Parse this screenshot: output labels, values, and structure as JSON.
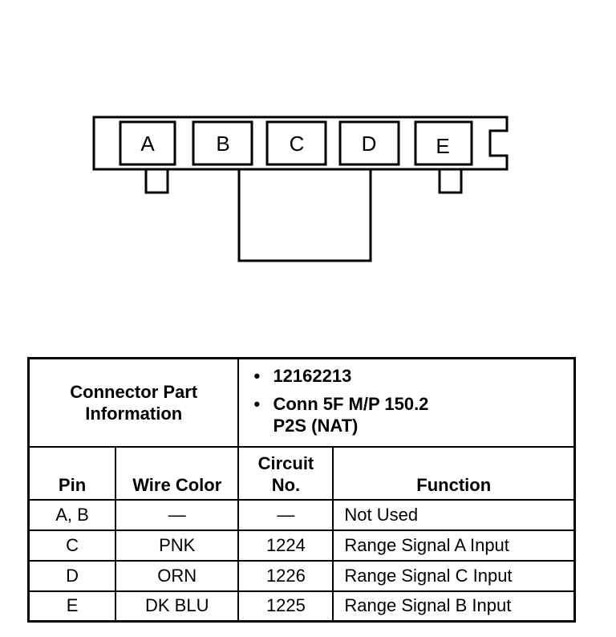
{
  "connector": {
    "pins": [
      "A",
      "B",
      "C",
      "D",
      "E"
    ]
  },
  "table": {
    "part_info_label": "Connector Part Information",
    "part_info": [
      "12162213",
      "Conn 5F M/P 150.2 P2S (NAT)"
    ],
    "headers": {
      "pin": "Pin",
      "wire_color": "Wire Color",
      "circuit": "Circuit No.",
      "function": "Function"
    },
    "rows": [
      {
        "pin": "A, B",
        "wire_color": "—",
        "circuit": "—",
        "function": "Not Used"
      },
      {
        "pin": "C",
        "wire_color": "PNK",
        "circuit": "1224",
        "function": "Range Signal A Input"
      },
      {
        "pin": "D",
        "wire_color": "ORN",
        "circuit": "1226",
        "function": "Range Signal C Input"
      },
      {
        "pin": "E",
        "wire_color": "DK BLU",
        "circuit": "1225",
        "function": "Range Signal B Input"
      }
    ]
  }
}
